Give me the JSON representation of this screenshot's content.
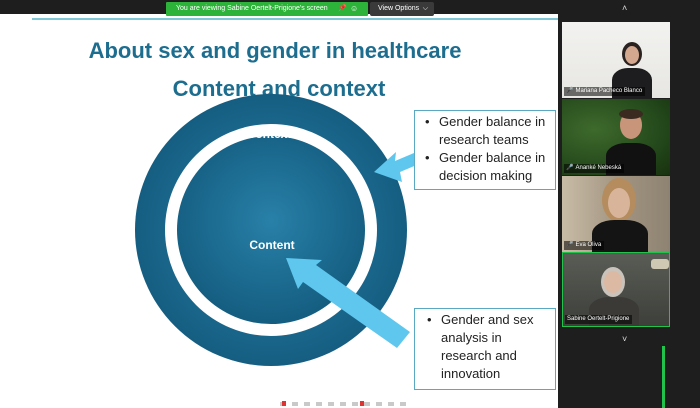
{
  "banner": {
    "viewing_text": "You are viewing  Sabine Oertelt-Prigione's screen",
    "view_options_label": "View Options"
  },
  "slide": {
    "title_line1": "About sex and gender in healthcare",
    "title_line2": "Content and context",
    "outer_label": "Context",
    "inner_label": "Content",
    "callout_top": [
      "Gender balance in research teams",
      "Gender balance in decision making"
    ],
    "callout_bottom": [
      "Gender and sex analysis in research and innovation"
    ]
  },
  "participants": [
    {
      "name": "Mariana Pacheco Blanco"
    },
    {
      "name": "Ananké Nebeská"
    },
    {
      "name": "Eva Oliva"
    },
    {
      "name": "Sabine Oertelt-Prigione"
    }
  ],
  "colors": {
    "dark_teal": "#1a6a8e",
    "accent_blue": "#5fc7ee",
    "banner_green": "#2eb33a"
  }
}
